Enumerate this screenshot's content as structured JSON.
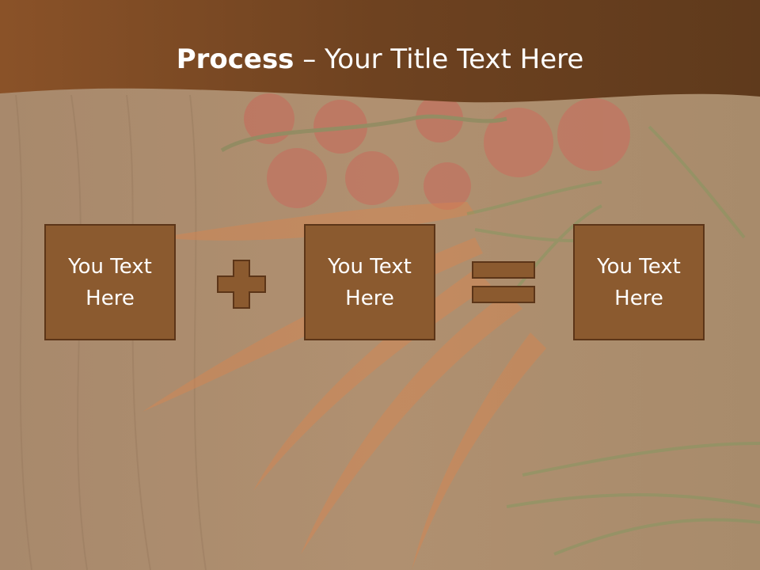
{
  "slide": {
    "title_bold": "Process",
    "title_rest": " – Your Title Text Here",
    "boxes": [
      {
        "line1": "You Text",
        "line2": "Here"
      },
      {
        "line1": "You Text",
        "line2": "Here"
      },
      {
        "line1": "You Text",
        "line2": "Here"
      }
    ],
    "operators": [
      "plus-icon",
      "equals-icon"
    ]
  },
  "colors": {
    "header": "#7a4a22",
    "box_fill": "#8b5a2f",
    "box_border": "#5c3518",
    "background": "#a98a6a"
  }
}
